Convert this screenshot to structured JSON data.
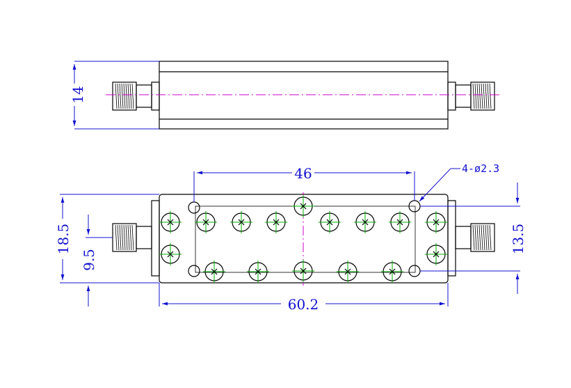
{
  "dimensions": {
    "top_height": "14",
    "length": "60.2",
    "hole_spacing": "46",
    "hole_callout": "4-ø2.3",
    "body_height": "18.5",
    "connector_offset": "9.5",
    "hole_row_offset": "13.5"
  },
  "colors": {
    "outline": "#000000",
    "dimension": "#1010d0",
    "centerline": "#cc00cc",
    "screw_cross": "#00b000"
  },
  "icons": {
    "tuning_screw": "tuning-screw-icon",
    "mounting_hole": "mounting-hole-icon",
    "sma_connector": "sma-connector-icon"
  }
}
